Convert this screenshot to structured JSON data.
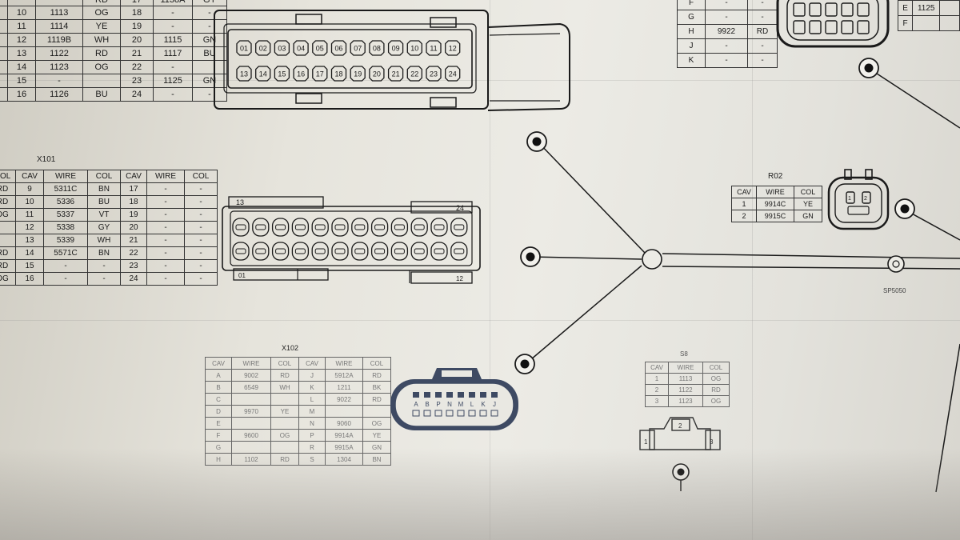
{
  "tables": {
    "top_left": {
      "headers": [
        "",
        "",
        "RD",
        "17",
        "1138A",
        "GY"
      ],
      "rows": [
        [
          "",
          "10",
          "1113",
          "OG",
          "18",
          "-",
          "-"
        ],
        [
          "",
          "11",
          "1114",
          "YE",
          "19",
          "-",
          "-"
        ],
        [
          "",
          "12",
          "1119B",
          "WH",
          "20",
          "1115",
          "GN"
        ],
        [
          "",
          "13",
          "1122",
          "RD",
          "21",
          "1117",
          "BU"
        ],
        [
          "",
          "14",
          "1123",
          "OG",
          "22",
          "-",
          ""
        ],
        [
          "",
          "15",
          "-",
          "",
          "23",
          "1125",
          "GN"
        ],
        [
          "",
          "16",
          "1126",
          "BU",
          "24",
          "-",
          "-"
        ]
      ]
    },
    "x101": {
      "title": "X101",
      "headers": [
        "COL",
        "CAV",
        "WIRE",
        "COL",
        "CAV",
        "WIRE",
        "COL"
      ],
      "rows": [
        [
          "RD",
          "9",
          "5311C",
          "BN",
          "17",
          "-",
          "-"
        ],
        [
          "RD",
          "10",
          "5336",
          "BU",
          "18",
          "-",
          "-"
        ],
        [
          "OG",
          "11",
          "5337",
          "VT",
          "19",
          "-",
          "-"
        ],
        [
          "",
          "12",
          "5338",
          "GY",
          "20",
          "-",
          "-"
        ],
        [
          "",
          "13",
          "5339",
          "WH",
          "21",
          "-",
          "-"
        ],
        [
          "RD",
          "14",
          "5571C",
          "BN",
          "22",
          "-",
          "-"
        ],
        [
          "RD",
          "15",
          "-",
          "-",
          "23",
          "-",
          "-"
        ],
        [
          "OG",
          "16",
          "-",
          "-",
          "24",
          "-",
          "-"
        ]
      ]
    },
    "x102": {
      "title": "X102",
      "headers": [
        "CAV",
        "WIRE",
        "COL",
        "CAV",
        "WIRE",
        "COL"
      ],
      "rows": [
        [
          "A",
          "9002",
          "RD",
          "J",
          "5912A",
          "RD"
        ],
        [
          "B",
          "6549",
          "WH",
          "K",
          "1211",
          "BK"
        ],
        [
          "C",
          "",
          "",
          "L",
          "9022",
          "RD"
        ],
        [
          "D",
          "9970",
          "YE",
          "M",
          "",
          ""
        ],
        [
          "E",
          "",
          "",
          "N",
          "9060",
          "OG"
        ],
        [
          "F",
          "9600",
          "OG",
          "P",
          "9914A",
          "YE"
        ],
        [
          "G",
          "",
          "",
          "R",
          "9915A",
          "GN"
        ],
        [
          "H",
          "1102",
          "RD",
          "S",
          "1304",
          "BN"
        ]
      ]
    },
    "top_right_a": {
      "rows": [
        [
          "F",
          "-",
          "-"
        ],
        [
          "G",
          "-",
          "-"
        ],
        [
          "H",
          "9922",
          "RD"
        ],
        [
          "J",
          "-",
          "-"
        ],
        [
          "K",
          "-",
          "-"
        ]
      ]
    },
    "top_right_b": {
      "rows": [
        [
          "E",
          "1125",
          ""
        ],
        [
          "F",
          "",
          ""
        ]
      ]
    },
    "r02": {
      "title": "R02",
      "headers": [
        "CAV",
        "WIRE",
        "COL"
      ],
      "rows": [
        [
          "1",
          "9914C",
          "YE"
        ],
        [
          "2",
          "9915C",
          "GN"
        ]
      ]
    },
    "s8": {
      "title": "S8",
      "headers": [
        "CAV",
        "WIRE",
        "COL"
      ],
      "rows": [
        [
          "1",
          "1113",
          "OG"
        ],
        [
          "2",
          "1122",
          "RD"
        ],
        [
          "3",
          "1123",
          "OG"
        ]
      ]
    }
  },
  "connectors": {
    "top_header": {
      "row1": [
        "01",
        "02",
        "03",
        "04",
        "05",
        "06",
        "07",
        "08",
        "09",
        "10",
        "11",
        "12"
      ],
      "row2": [
        "13",
        "14",
        "15",
        "16",
        "17",
        "18",
        "19",
        "20",
        "21",
        "22",
        "23",
        "24"
      ]
    },
    "x101_face": {
      "label_tl": "13",
      "label_tr": "24",
      "label_bl": "01",
      "label_br": "12"
    },
    "x102_face": {
      "pins": [
        "A",
        "B",
        "P",
        "N",
        "M",
        "L",
        "K",
        "J"
      ]
    },
    "r02_face": {
      "pins": [
        "1",
        "2"
      ]
    },
    "s8_face": {
      "pins": [
        "1",
        "2",
        "3"
      ]
    }
  },
  "splice": {
    "label": "SP5050"
  },
  "colors": {
    "ink": "#1a1a1a",
    "paper": "#e9e8e2",
    "face_blue": "#3e4a63"
  }
}
